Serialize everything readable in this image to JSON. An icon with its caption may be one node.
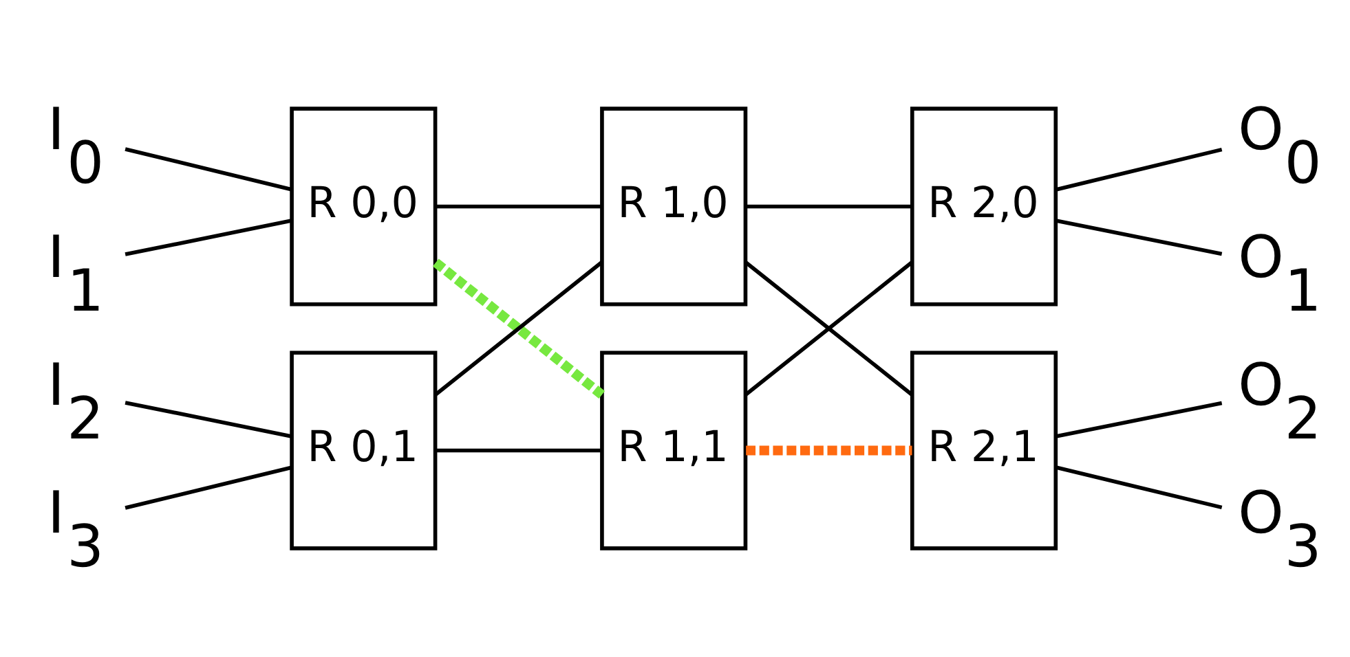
{
  "diagram": {
    "nodes": [
      {
        "text": [
          "I$_{0}$"
        ]
      },
      {
        "text": [
          "I$_{1}$"
        ]
      },
      {
        "text": [
          "I$_{2}$"
        ]
      },
      {
        "text": [
          "I$_{3}$"
        ]
      },
      {
        "text": [
          "R 0,0"
        ]
      },
      {
        "text": [
          "R 0,1"
        ]
      },
      {
        "text": [
          "R 1,0"
        ]
      },
      {
        "text": [
          "R 1,1"
        ]
      },
      {
        "text": [
          "R 2,0"
        ]
      },
      {
        "text": [
          "R 2,1"
        ]
      },
      {
        "text": [
          "O$_{0}$"
        ]
      },
      {
        "text": [
          "O$_{1}$"
        ]
      },
      {
        "text": [
          "O$_{2}$"
        ]
      },
      {
        "text": [
          "O$_{3}$"
        ]
      }
    ],
    "edges": [
      {
        "from": 0,
        "to": 4,
        "arrow": "none"
      },
      {
        "from": 1,
        "to": 4,
        "arrow": "none"
      },
      {
        "from": 2,
        "to": 5,
        "arrow": "none"
      },
      {
        "from": 3,
        "to": 5,
        "arrow": "none"
      },
      {
        "from": 4,
        "to": 6,
        "arrow": "none"
      },
      {
        "from": 4,
        "to": 7,
        "arrow": "none",
        "style": "dashed",
        "color": "#77e840"
      },
      {
        "from": 5,
        "to": 6,
        "arrow": "none"
      },
      {
        "from": 5,
        "to": 7,
        "arrow": "none"
      },
      {
        "from": 6,
        "to": 8,
        "arrow": "none"
      },
      {
        "from": 6,
        "to": 9,
        "arrow": "none"
      },
      {
        "from": 7,
        "to": 8,
        "arrow": "none"
      },
      {
        "from": 7,
        "to": 9,
        "arrow": "none",
        "style": "dashed",
        "color": "#ff6a10"
      },
      {
        "from": 8,
        "to": 10,
        "arrow": "none"
      },
      {
        "from": 8,
        "to": 11,
        "arrow": "none"
      },
      {
        "from": 9,
        "to": 12,
        "arrow": "none"
      },
      {
        "from": 9,
        "to": 13,
        "arrow": "none"
      }
    ]
  }
}
